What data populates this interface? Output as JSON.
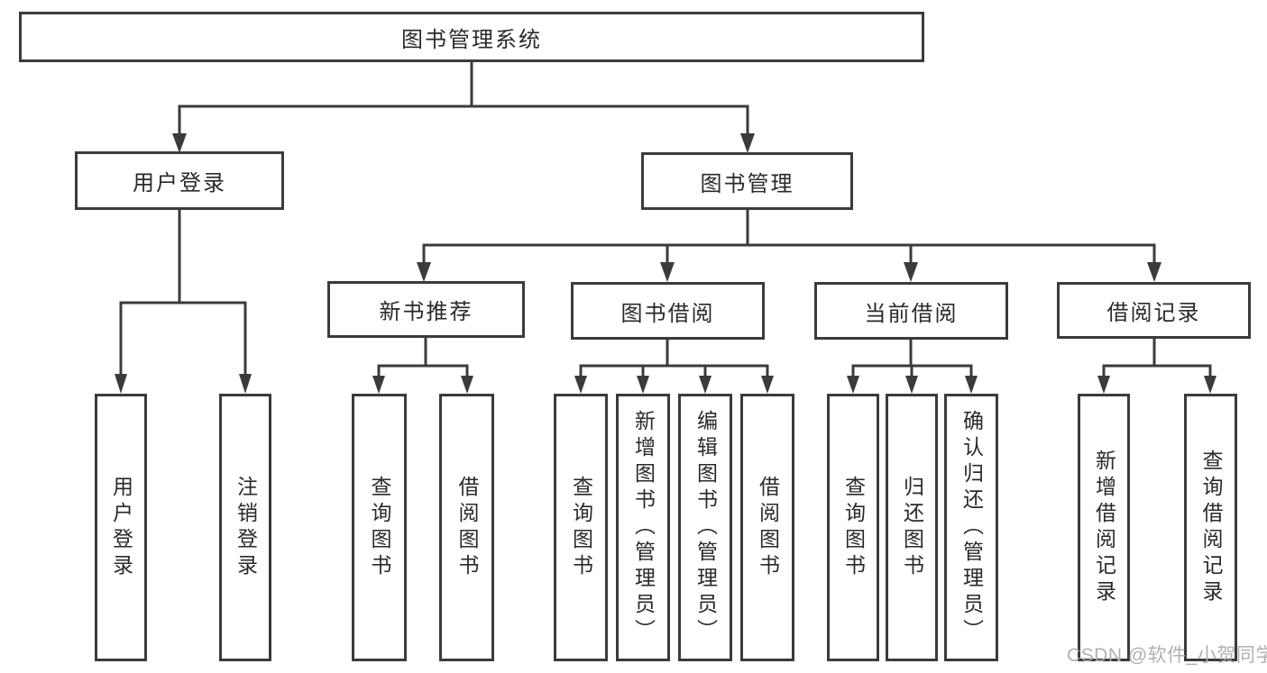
{
  "diagram": {
    "title": "图书管理系统",
    "watermark": "CSDN @软件_小贺同学",
    "colors": {
      "line": "#3b3b3b",
      "box_border": "#3b3b3b",
      "text": "#2a2a2a",
      "background": "#ffffff",
      "watermark": "#acacac"
    },
    "nodes": {
      "root": {
        "label": "图书管理系统"
      },
      "user_login": {
        "label": "用户登录"
      },
      "book_mgmt": {
        "label": "图书管理"
      },
      "new_book_rec": {
        "label": "新书推荐"
      },
      "book_borrow": {
        "label": "图书借阅"
      },
      "current_borrow": {
        "label": "当前借阅"
      },
      "borrow_records": {
        "label": "借阅记录"
      },
      "leaf_user_login": {
        "label": "用户登录"
      },
      "leaf_logout": {
        "label": "注销登录"
      },
      "nb_query": {
        "label": "查询图书"
      },
      "nb_borrow": {
        "label": "借阅图书"
      },
      "bb_query": {
        "label": "查询图书"
      },
      "bb_add": {
        "label": "新增图书（管理员）"
      },
      "bb_edit": {
        "label": "编辑图书（管理员）"
      },
      "bb_borrow": {
        "label": "借阅图书"
      },
      "cb_query": {
        "label": "查询图书"
      },
      "cb_return": {
        "label": "归还图书"
      },
      "cb_confirm": {
        "label": "确认归还（管理员）"
      },
      "br_add": {
        "label": "新增借阅记录"
      },
      "br_query": {
        "label": "查询借阅记录"
      }
    },
    "edges": [
      {
        "from": "root",
        "to": [
          "user_login",
          "book_mgmt"
        ]
      },
      {
        "from": "user_login",
        "to": [
          "leaf_user_login",
          "leaf_logout"
        ]
      },
      {
        "from": "book_mgmt",
        "to": [
          "new_book_rec",
          "book_borrow",
          "current_borrow",
          "borrow_records"
        ]
      },
      {
        "from": "new_book_rec",
        "to": [
          "nb_query",
          "nb_borrow"
        ]
      },
      {
        "from": "book_borrow",
        "to": [
          "bb_query",
          "bb_add",
          "bb_edit",
          "bb_borrow"
        ]
      },
      {
        "from": "current_borrow",
        "to": [
          "cb_query",
          "cb_return",
          "cb_confirm"
        ]
      },
      {
        "from": "borrow_records",
        "to": [
          "br_add",
          "br_query"
        ]
      }
    ]
  }
}
